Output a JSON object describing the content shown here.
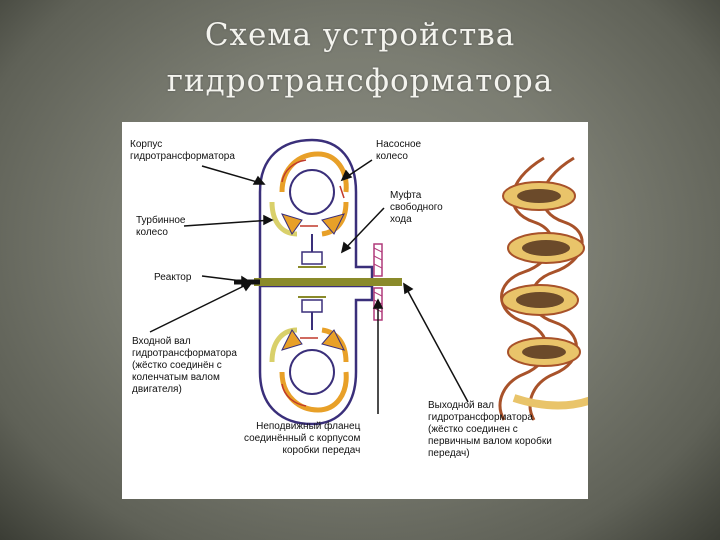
{
  "slide": {
    "title_line1": "Схема устройства",
    "title_line2": "гидротрансформатора"
  },
  "diagram": {
    "labels": {
      "housing": "Корпус\nгидротрансформатора",
      "pump": "Насосное\nколесо",
      "clutch": "Муфта\nсвободного\nхода",
      "turbine": "Турбинное\nколесо",
      "reactor": "Реактор",
      "input_shaft": "Входной вал\nгидротрансформатора\n(жёстко соединён с\nколенчатым валом\nдвигателя)",
      "flange": "Неподвижный фланец\nсоединённый с корпусом\nкоробки передач",
      "output_shaft": "Выходной вал\nгидротрансформатора\n(жёстко соединен с\nпервичным валом коробки\nпередач)"
    },
    "colors": {
      "housing": "#3a2f7a",
      "pump": "#e8a028",
      "turbine": "#d9d06a",
      "flow_arrows": "#c0392b",
      "shaft": "#8a8a2a",
      "flange": "#b03a7a",
      "spiral_outer": "#a8522a",
      "spiral_inner": "#e9c46a"
    }
  }
}
